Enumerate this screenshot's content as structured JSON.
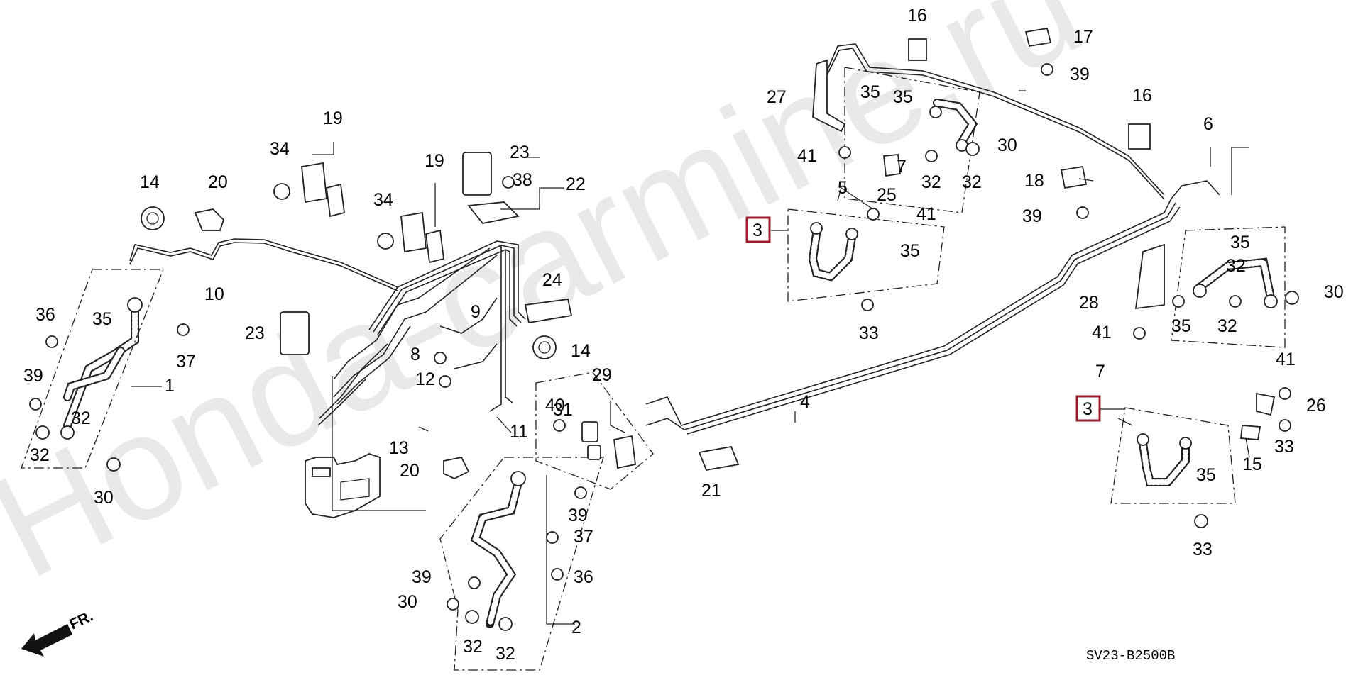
{
  "watermark": "Honda-carmine.ru",
  "diagram_code": "SV23-B2500B",
  "direction_label": "FR.",
  "highlight_color": "#9b1c2e",
  "callouts": [
    {
      "id": "c1",
      "text": "1"
    },
    {
      "id": "c2",
      "text": "2"
    },
    {
      "id": "c3a",
      "text": "3"
    },
    {
      "id": "c3b",
      "text": "3"
    },
    {
      "id": "c4",
      "text": "4"
    },
    {
      "id": "c5",
      "text": "5"
    },
    {
      "id": "c6",
      "text": "6"
    },
    {
      "id": "c7a",
      "text": "7"
    },
    {
      "id": "c7b",
      "text": "7"
    },
    {
      "id": "c8",
      "text": "8"
    },
    {
      "id": "c9",
      "text": "9"
    },
    {
      "id": "c10",
      "text": "10"
    },
    {
      "id": "c11",
      "text": "11"
    },
    {
      "id": "c12",
      "text": "12"
    },
    {
      "id": "c13",
      "text": "13"
    },
    {
      "id": "c14a",
      "text": "14"
    },
    {
      "id": "c14b",
      "text": "14"
    },
    {
      "id": "c15",
      "text": "15"
    },
    {
      "id": "c16a",
      "text": "16"
    },
    {
      "id": "c16b",
      "text": "16"
    },
    {
      "id": "c17",
      "text": "17"
    },
    {
      "id": "c18",
      "text": "18"
    },
    {
      "id": "c19a",
      "text": "19"
    },
    {
      "id": "c19b",
      "text": "19"
    },
    {
      "id": "c20a",
      "text": "20"
    },
    {
      "id": "c20b",
      "text": "20"
    },
    {
      "id": "c21",
      "text": "21"
    },
    {
      "id": "c22",
      "text": "22"
    },
    {
      "id": "c23a",
      "text": "23"
    },
    {
      "id": "c23b",
      "text": "23"
    },
    {
      "id": "c24",
      "text": "24"
    },
    {
      "id": "c25",
      "text": "25"
    },
    {
      "id": "c26",
      "text": "26"
    },
    {
      "id": "c27",
      "text": "27"
    },
    {
      "id": "c28",
      "text": "28"
    },
    {
      "id": "c29",
      "text": "29"
    },
    {
      "id": "c30a",
      "text": "30"
    },
    {
      "id": "c30b",
      "text": "30"
    },
    {
      "id": "c30c",
      "text": "30"
    },
    {
      "id": "c30d",
      "text": "30"
    },
    {
      "id": "c31",
      "text": "31"
    },
    {
      "id": "c32a",
      "text": "32"
    },
    {
      "id": "c32b",
      "text": "32"
    },
    {
      "id": "c32c",
      "text": "32"
    },
    {
      "id": "c32d",
      "text": "32"
    },
    {
      "id": "c32e",
      "text": "32"
    },
    {
      "id": "c32f",
      "text": "32"
    },
    {
      "id": "c32g",
      "text": "32"
    },
    {
      "id": "c32h",
      "text": "32"
    },
    {
      "id": "c33a",
      "text": "33"
    },
    {
      "id": "c33b",
      "text": "33"
    },
    {
      "id": "c33c",
      "text": "33"
    },
    {
      "id": "c34a",
      "text": "34"
    },
    {
      "id": "c34b",
      "text": "34"
    },
    {
      "id": "c35a",
      "text": "35"
    },
    {
      "id": "c35b",
      "text": "35"
    },
    {
      "id": "c35c",
      "text": "35"
    },
    {
      "id": "c35d",
      "text": "35"
    },
    {
      "id": "c35e",
      "text": "35"
    },
    {
      "id": "c35f",
      "text": "35"
    },
    {
      "id": "c35g",
      "text": "35"
    },
    {
      "id": "c36a",
      "text": "36"
    },
    {
      "id": "c36b",
      "text": "36"
    },
    {
      "id": "c37a",
      "text": "37"
    },
    {
      "id": "c37b",
      "text": "37"
    },
    {
      "id": "c38",
      "text": "38"
    },
    {
      "id": "c39a",
      "text": "39"
    },
    {
      "id": "c39b",
      "text": "39"
    },
    {
      "id": "c39c",
      "text": "39"
    },
    {
      "id": "c39d",
      "text": "39"
    },
    {
      "id": "c39e",
      "text": "39"
    },
    {
      "id": "c40",
      "text": "40"
    },
    {
      "id": "c41a",
      "text": "41"
    },
    {
      "id": "c41b",
      "text": "41"
    },
    {
      "id": "c41c",
      "text": "41"
    },
    {
      "id": "c41d",
      "text": "41"
    }
  ]
}
